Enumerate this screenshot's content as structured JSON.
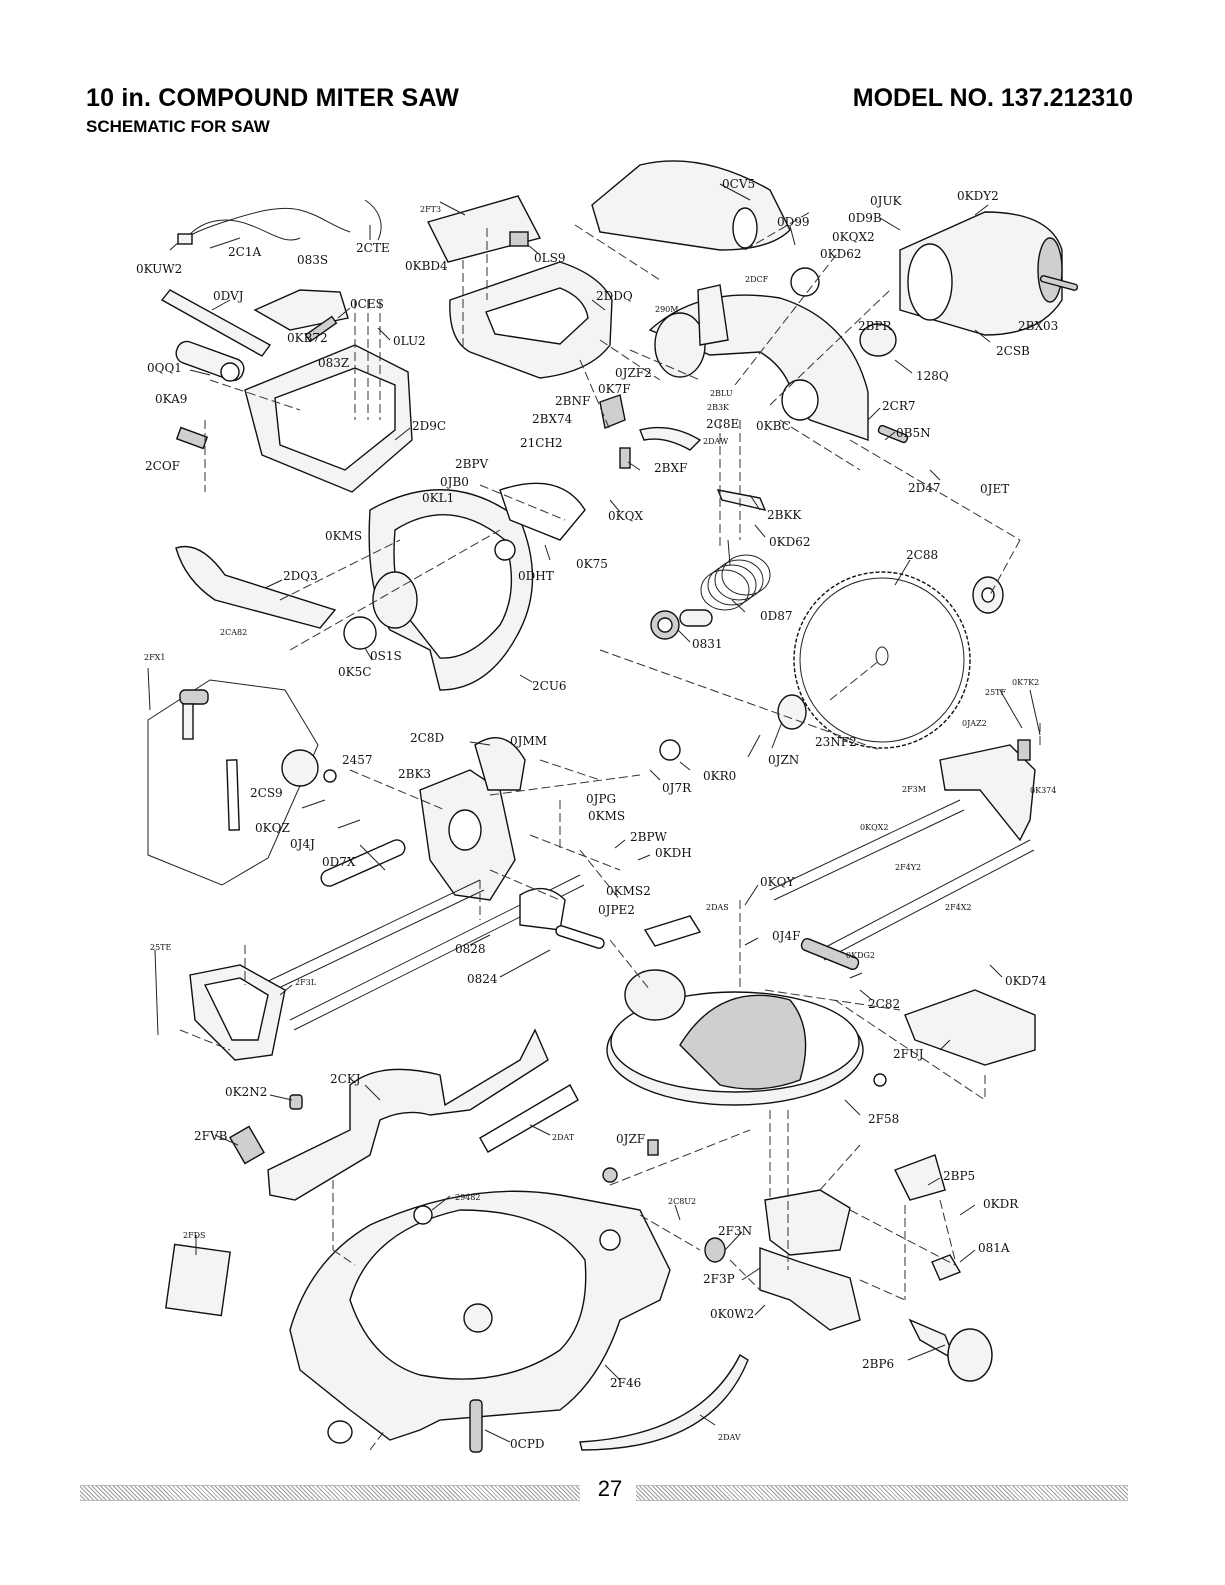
{
  "header": {
    "title": "10 in. COMPOUND MITER SAW",
    "subtitle": "SCHEMATIC FOR SAW",
    "model": "MODEL NO. 137.212310"
  },
  "footer": {
    "page_number": "27"
  },
  "parts": [
    "2FT3",
    "0LS9",
    "0CV5",
    "0JUK",
    "0KDY2",
    "0D9B",
    "0D99",
    "0KQX2",
    "0KD62",
    "2DCF",
    "2C1A",
    "2CTE",
    "0KUW2",
    "083S",
    "0KBD4",
    "0CES",
    "0DVJ",
    "0KB72",
    "0LU2",
    "083Z",
    "0QQ1",
    "0KA9",
    "2D9C",
    "2COF",
    "2DDQ",
    "290M",
    "2BPR",
    "2BX03",
    "2CSB",
    "128Q",
    "0JZF2",
    "0K7F",
    "2BNF",
    "2BX74",
    "21CH2",
    "2BLU",
    "2B3K",
    "2C8E",
    "0KBC",
    "2DAW",
    "2CR7",
    "0B5N",
    "2D47",
    "0JET",
    "2BPV",
    "0JB0",
    "0KL1",
    "0KQX",
    "0K75",
    "2BXF",
    "2BKK",
    "0KD62",
    "0KMS",
    "0DHT",
    "2C88",
    "2DQ3",
    "2CA82",
    "2FX1",
    "0S1S",
    "0K5C",
    "0D87",
    "0831",
    "2CU6",
    "0K7K2",
    "25TF",
    "0JAZ2",
    "0K374",
    "23NF2",
    "0JZN",
    "2C8D",
    "0JMM",
    "2457",
    "2BK3",
    "0J7R",
    "0KR0",
    "2CS9",
    "0JPG",
    "0KMS",
    "2BPW",
    "0KDH",
    "0KQZ",
    "0J4J",
    "0D7X",
    "0KMS2",
    "0JPE2",
    "0KQY",
    "2F3M",
    "0KQX2",
    "2F4Y2",
    "2F4X2",
    "0J4F",
    "2DAS",
    "0828",
    "0824",
    "25TE",
    "2F3L",
    "0KDG2",
    "2C82",
    "0KD74",
    "2FUJ",
    "0K2N2",
    "2CKJ",
    "2DAT",
    "0JZF",
    "2F58",
    "2FVB",
    "29482",
    "2C8U2",
    "2BP5",
    "0KDR",
    "2FDS",
    "2F3N",
    "081A",
    "2F3P",
    "0K0W2",
    "2BP6",
    "2F46",
    "2DAV",
    "0CPD"
  ]
}
